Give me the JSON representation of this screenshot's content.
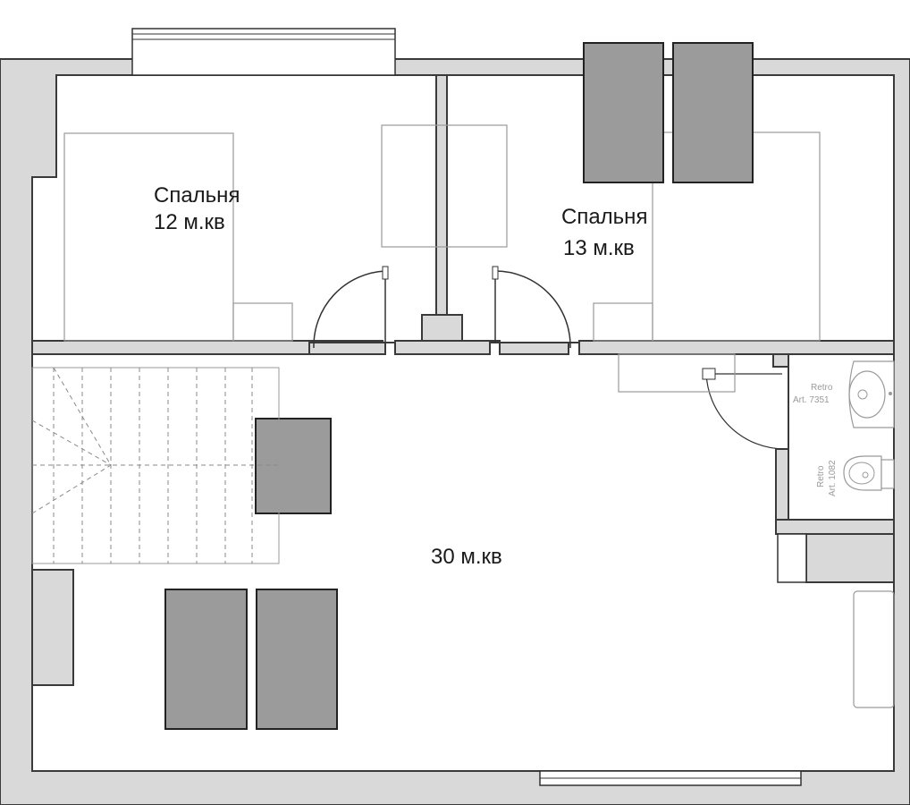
{
  "rooms": {
    "bedroom_left": {
      "name": "Спальня",
      "area": "12 м.кв"
    },
    "bedroom_right": {
      "name": "Спальня",
      "area": "13 м.кв"
    },
    "hall": {
      "area": "30 м.кв"
    }
  },
  "fixtures": {
    "sink": {
      "brand": "Retro",
      "article": "Art. 7351"
    },
    "toilet": {
      "brand": "Retro",
      "article": "Art. 1082"
    }
  },
  "colors": {
    "wall_fill": "#d9d9d9",
    "furniture_dark": "#9b9b9b",
    "outline": "#3a3a3a"
  }
}
